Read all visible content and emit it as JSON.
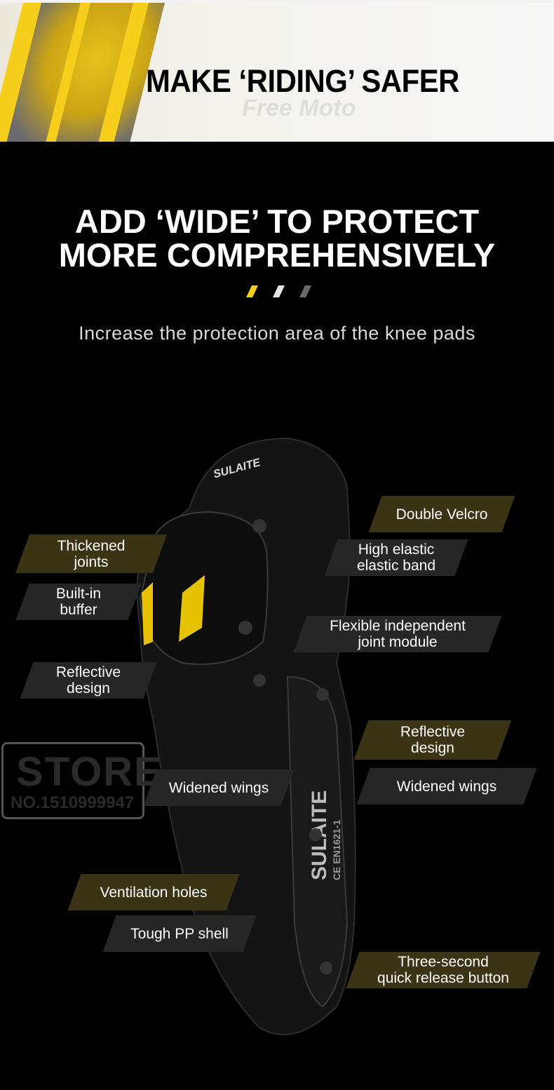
{
  "banner": {
    "title": "MAKE ‘RIDING’ SAFER",
    "watermark": "Free Moto"
  },
  "headline": {
    "line1": "ADD ‘WIDE’ TO PROTECT",
    "line2": "MORE COMPREHENSIVELY"
  },
  "dashes": {
    "colors": [
      "#f5cf1c",
      "#e6e6e6",
      "#6a6a6a"
    ]
  },
  "subtitle": "Increase the protection area of the knee pads",
  "product": {
    "brand": "SULAITE",
    "model": "CE EN1621-1"
  },
  "features": [
    {
      "line1": "Double Velcro",
      "line2": ""
    },
    {
      "line1": "High elastic",
      "line2": "elastic band"
    },
    {
      "line1": "Thickened",
      "line2": "joints"
    },
    {
      "line1": "Built-in",
      "line2": "buffer"
    },
    {
      "line1": "Flexible independent",
      "line2": "joint module"
    },
    {
      "line1": "Reflective",
      "line2": "design"
    },
    {
      "line1": "Reflective",
      "line2": "design"
    },
    {
      "line1": "Widened wings",
      "line2": ""
    },
    {
      "line1": "Widened wings",
      "line2": ""
    },
    {
      "line1": "Ventilation holes",
      "line2": ""
    },
    {
      "line1": "Tough PP shell",
      "line2": ""
    },
    {
      "line1": "Three-second",
      "line2": "quick release button"
    }
  ],
  "store_watermark": {
    "title": "STORE",
    "number": "NO.1510999947"
  },
  "colors": {
    "accent": "#f5cf1c",
    "label_olive": "#3a3314",
    "label_gray": "#262626"
  }
}
